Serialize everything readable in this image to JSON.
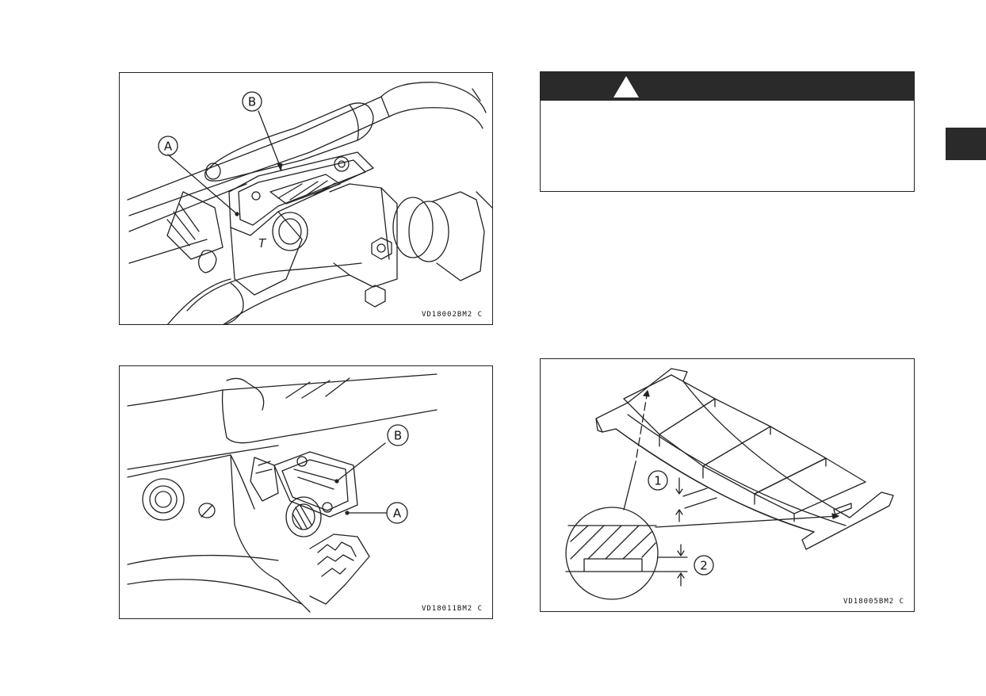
{
  "figures": {
    "fig1": {
      "code": "VD18002BM2 C",
      "callouts": {
        "a": "A",
        "b": "B"
      },
      "mark": "T"
    },
    "fig2": {
      "code": "VD18011BM2 C",
      "callouts": {
        "a": "A",
        "b": "B"
      }
    },
    "fig3": {
      "code": "VD18005BM2 C",
      "callouts": {
        "one": "1",
        "two": "2"
      }
    }
  },
  "warning": {
    "icon": "warning-triangle-icon"
  },
  "colors": {
    "ink": "#111111",
    "banner": "#2a2a2a"
  }
}
